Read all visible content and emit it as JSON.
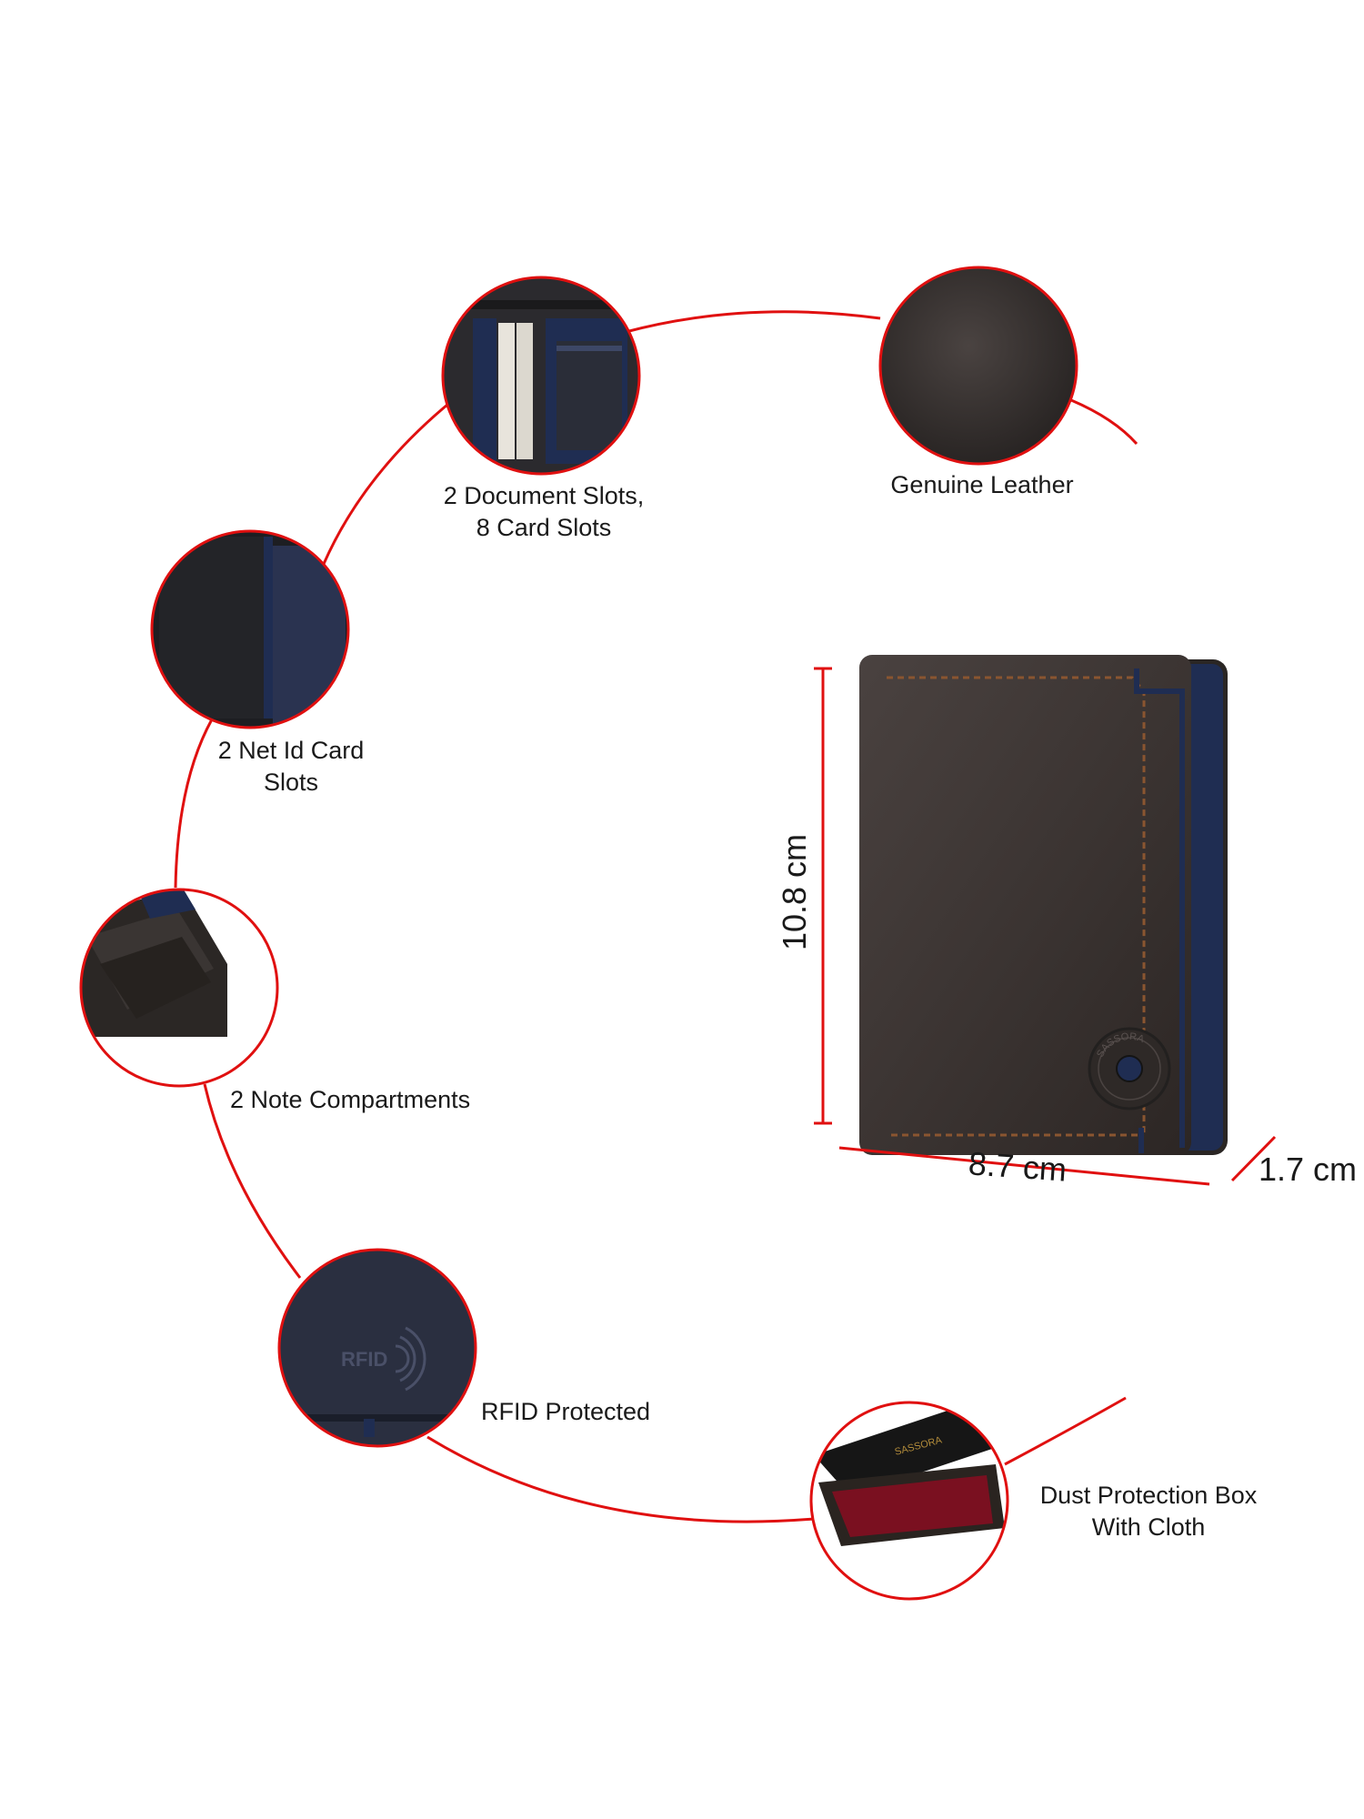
{
  "features": {
    "document_slots": {
      "line1": "2 Document Slots,",
      "line2": "8 Card Slots"
    },
    "genuine_leather": {
      "line1": "Genuine Leather"
    },
    "net_id_slots": {
      "line1": "2 Net Id Card",
      "line2": "Slots"
    },
    "note_compartments": {
      "line1": "2 Note Compartments"
    },
    "rfid": {
      "line1": "RFID Protected",
      "emboss": "RFID"
    },
    "dust_box": {
      "line1": "Dust Protection Box",
      "line2": "With Cloth",
      "box_brand": "SASSORA"
    }
  },
  "dimensions": {
    "height": "10.8 cm",
    "width": "8.7 cm",
    "depth": "1.7 cm"
  },
  "wallet": {
    "brand": "SASSORA"
  },
  "colors": {
    "accent_red": "#e01010",
    "leather_brown": "#3d3634",
    "navy_trim": "#1f2d52",
    "stitch": "#8a5530",
    "box_cloth": "#7a1020"
  }
}
